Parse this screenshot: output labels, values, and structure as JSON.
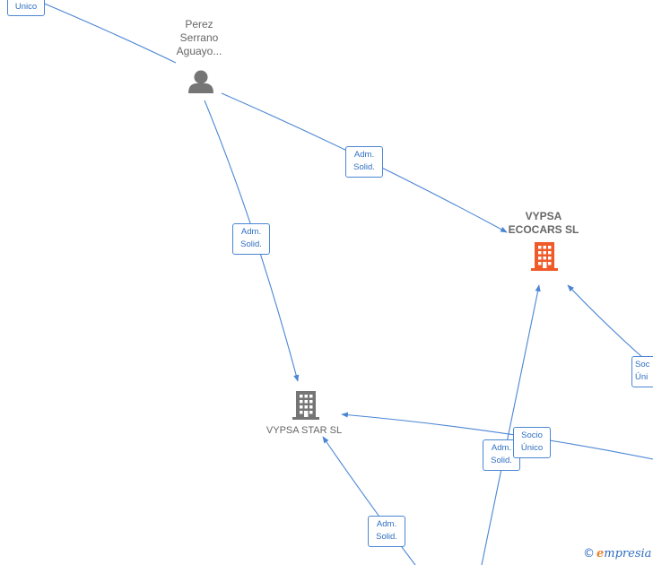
{
  "nodes": {
    "person": {
      "name_lines": [
        "Perez",
        "Serrano",
        "Aguayo..."
      ],
      "icon": "person-icon",
      "color": "#757575"
    },
    "vypsa_ecocars": {
      "name_lines": [
        "VYPSA",
        "ECOCARS  SL"
      ],
      "icon": "building-icon",
      "color": "#f05a28"
    },
    "vypsa_star": {
      "name": "VYPSA STAR  SL",
      "icon": "building-icon",
      "color": "#757575"
    }
  },
  "edge_labels": {
    "top_left": {
      "line1": "Unico"
    },
    "person_to_ecocars": {
      "line1": "Adm.",
      "line2": "Solid."
    },
    "person_to_star": {
      "line1": "Adm.",
      "line2": "Solid."
    },
    "right_to_ecocars": {
      "line1": "Soc",
      "line2": "Úni"
    },
    "bottom_to_ecocars": {
      "line1": "Adm.",
      "line2": "Solid."
    },
    "right_to_star": {
      "line1": "Socio",
      "line2": "Único"
    },
    "bottom_to_star": {
      "line1": "Adm.",
      "line2": "Solid."
    }
  },
  "colors": {
    "edge": "#4a86d4",
    "label_text": "#2f6fc1"
  },
  "watermark": {
    "symbol": "©",
    "initial": "e",
    "text": "mpresia"
  }
}
